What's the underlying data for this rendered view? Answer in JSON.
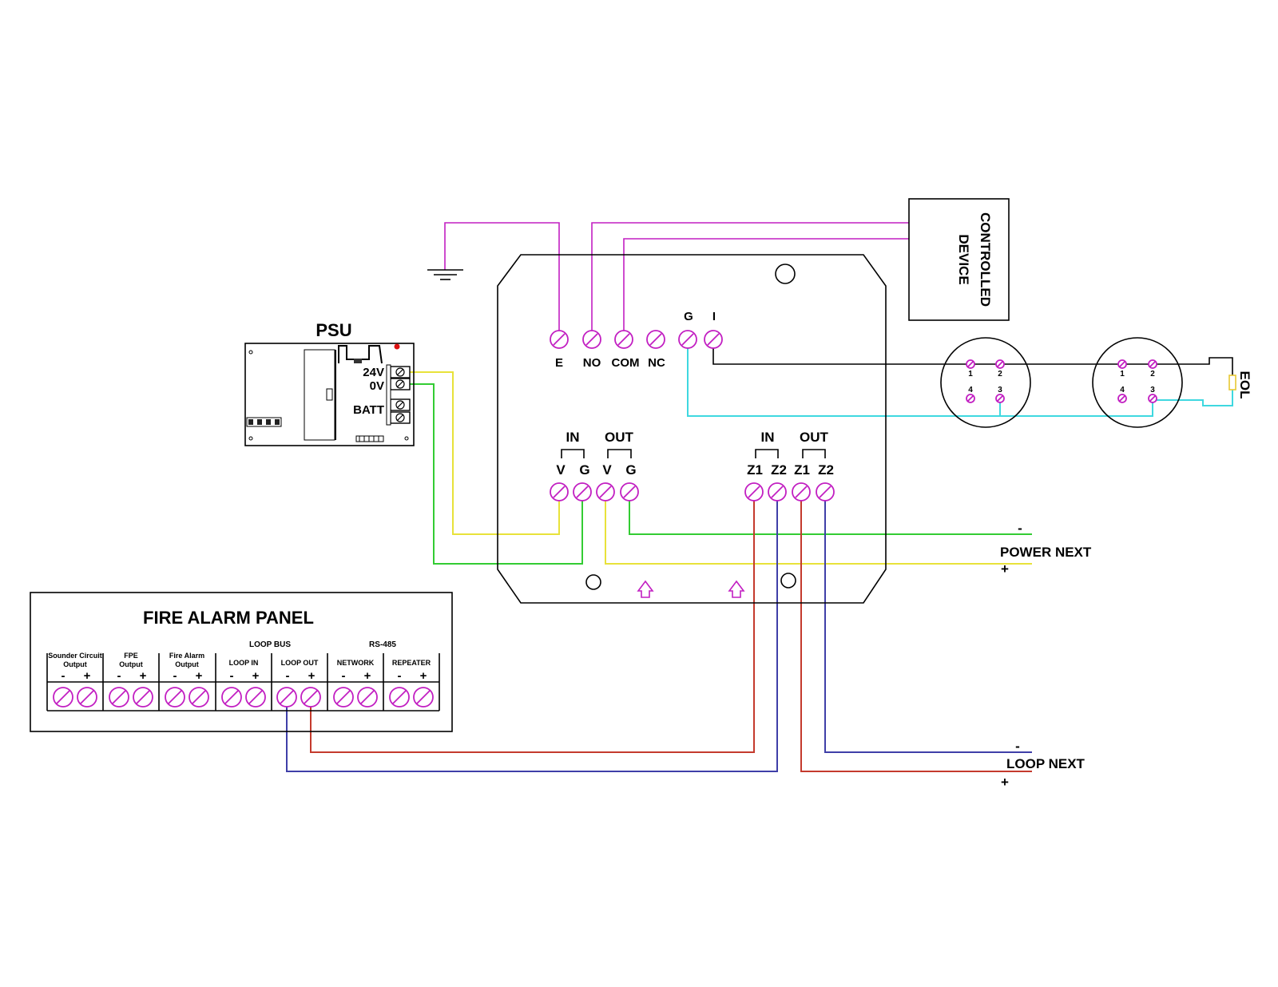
{
  "colors": {
    "terminal": "#c21fc2",
    "wire_magenta": "#c21fc2",
    "wire_yellow": "#e8e23a",
    "wire_green": "#33cc33",
    "wire_red": "#c43a2d",
    "wire_blue": "#3f3fa8",
    "wire_cyan": "#3fd8e0",
    "outline": "#000000"
  },
  "module": {
    "relay_terminals": [
      "E",
      "NO",
      "COM",
      "NC"
    ],
    "input_terminals": [
      "G",
      "I"
    ],
    "power_groups": [
      "IN",
      "OUT"
    ],
    "power_terminals": [
      "V",
      "G",
      "V",
      "G"
    ],
    "loop_groups": [
      "IN",
      "OUT"
    ],
    "loop_terminals": [
      "Z1",
      "Z2",
      "Z1",
      "Z2"
    ]
  },
  "controlled_device": {
    "line1": "CONTROLLED",
    "line2": "DEVICE"
  },
  "psu": {
    "title": "PSU",
    "v24": "24V",
    "v0": "0V",
    "batt": "BATT"
  },
  "detectors": {
    "pin_labels": [
      "1",
      "2",
      "4",
      "3"
    ],
    "eol": "EOL"
  },
  "power_next": {
    "label": "POWER NEXT",
    "minus": "-",
    "plus": "+"
  },
  "loop_next": {
    "label": "LOOP NEXT",
    "minus": "-",
    "plus": "+"
  },
  "fire_alarm_panel": {
    "title": "FIRE ALARM PANEL",
    "group_headers": [
      "LOOP BUS",
      "RS-485"
    ],
    "sections": [
      {
        "line1": "Sounder Circuit",
        "line2": "Output"
      },
      {
        "line1": "FPE",
        "line2": "Output"
      },
      {
        "line1": "Fire Alarm",
        "line2": "Output"
      },
      {
        "line1": "LOOP IN",
        "line2": ""
      },
      {
        "line1": "LOOP OUT",
        "line2": ""
      },
      {
        "line1": "NETWORK",
        "line2": ""
      },
      {
        "line1": "REPEATER",
        "line2": ""
      }
    ],
    "polarity": {
      "minus": "-",
      "plus": "+"
    }
  }
}
